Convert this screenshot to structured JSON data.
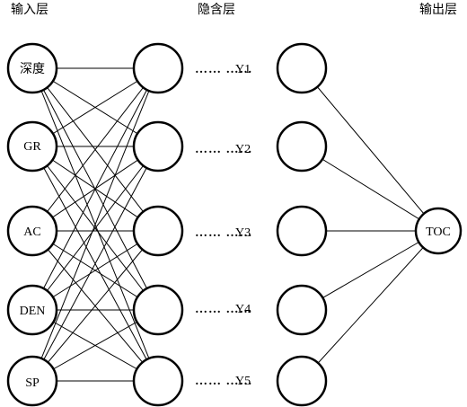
{
  "layers": {
    "input_title": "输入层",
    "hidden_title": "隐含层",
    "output_title": "输出层"
  },
  "input_nodes": [
    "深度",
    "GR",
    "AC",
    "DEN",
    "SP"
  ],
  "hidden_labels": [
    "Y1",
    "Y2",
    "Y3",
    "Y4",
    "Y5"
  ],
  "hidden_dots": "…… ……",
  "output_node": "TOC",
  "colors": {
    "stroke": "#000000",
    "background": "#ffffff"
  }
}
